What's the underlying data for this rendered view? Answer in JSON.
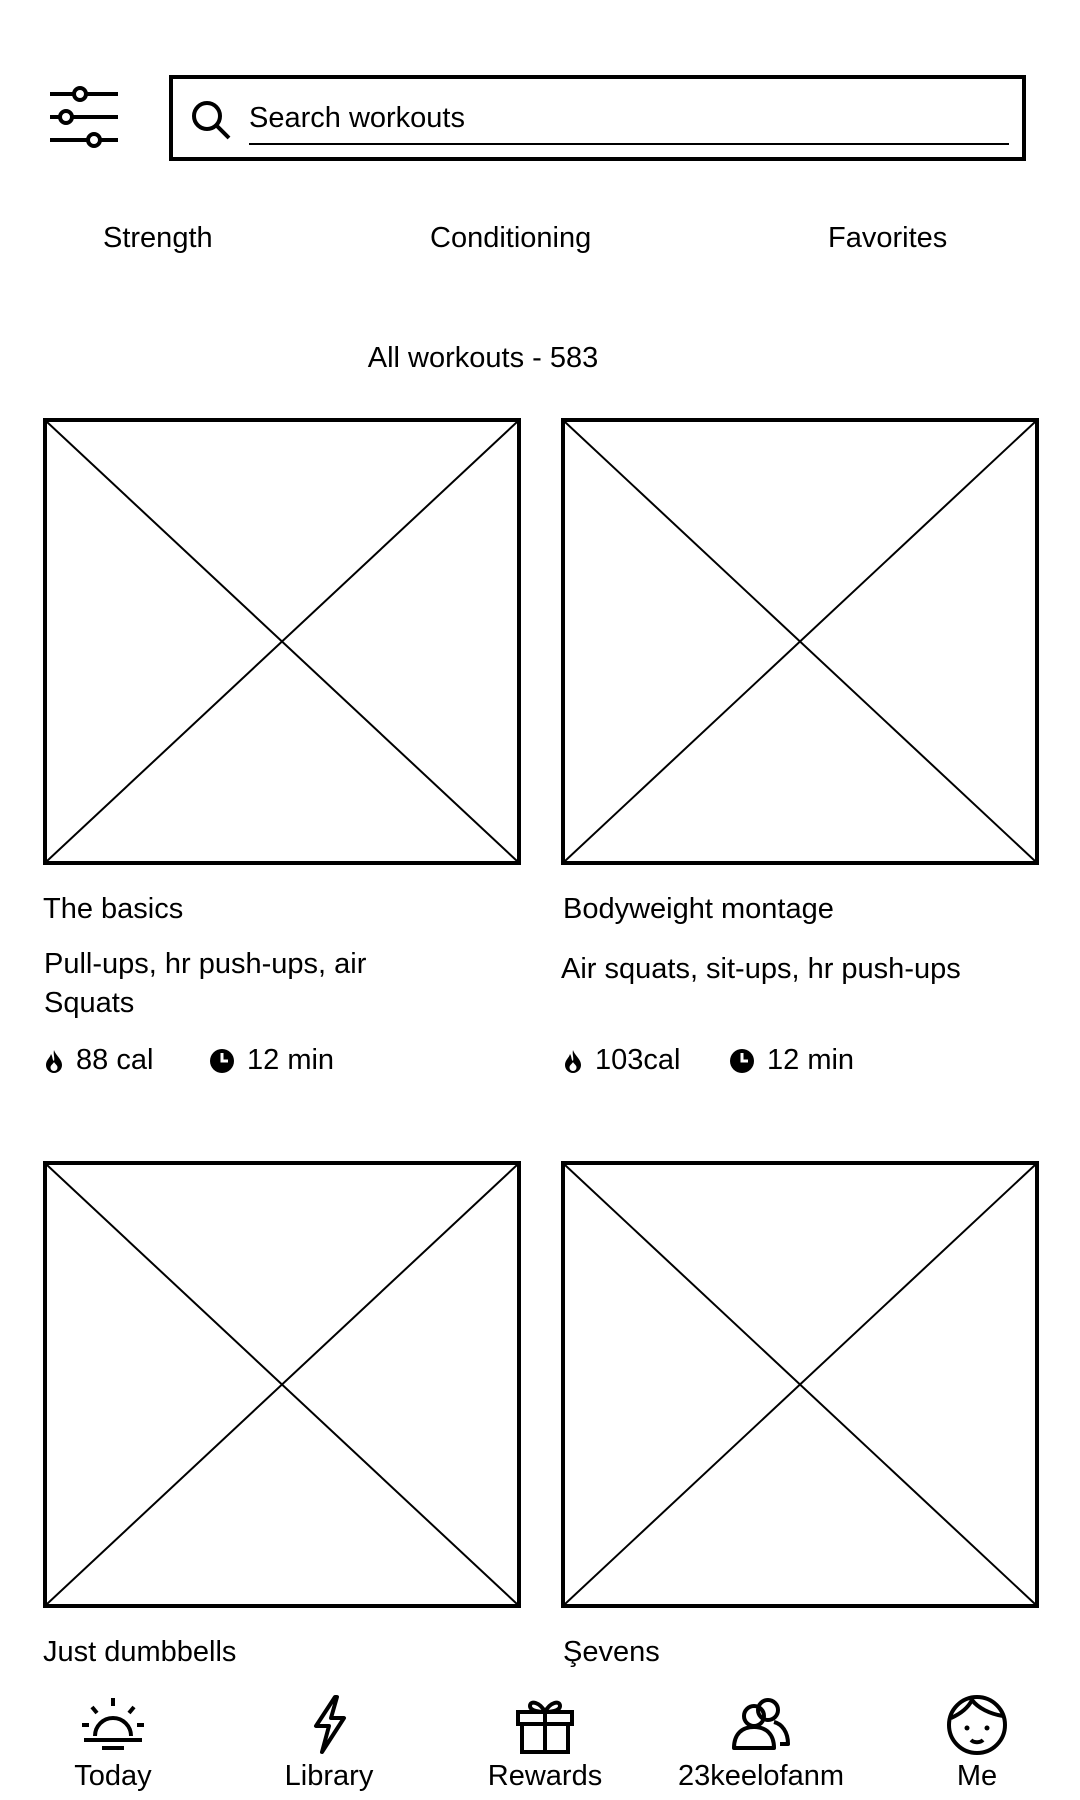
{
  "search": {
    "placeholder": "Search workouts"
  },
  "tabs": [
    {
      "label": "Strength"
    },
    {
      "label": "Conditioning"
    },
    {
      "label": "Favorites"
    }
  ],
  "count_label": "All workouts - 583",
  "workouts": [
    {
      "title": "The basics",
      "description": "Pull-ups, hr push-ups, air Squats",
      "calories": "88 cal",
      "duration": "12 min"
    },
    {
      "title": "Bodyweight montage",
      "description": "Air squats, sit-ups, hr push-ups",
      "calories": "103cal",
      "duration": "12 min"
    },
    {
      "title": "Just dumbbells"
    },
    {
      "title": "Şevens"
    }
  ],
  "nav": [
    {
      "label": "Today",
      "icon": "sun-icon"
    },
    {
      "label": "Library",
      "icon": "lightning-icon"
    },
    {
      "label": "Rewards",
      "icon": "gift-icon"
    },
    {
      "label": "23keelofanm",
      "icon": "users-icon"
    },
    {
      "label": "Me",
      "icon": "face-icon"
    }
  ]
}
